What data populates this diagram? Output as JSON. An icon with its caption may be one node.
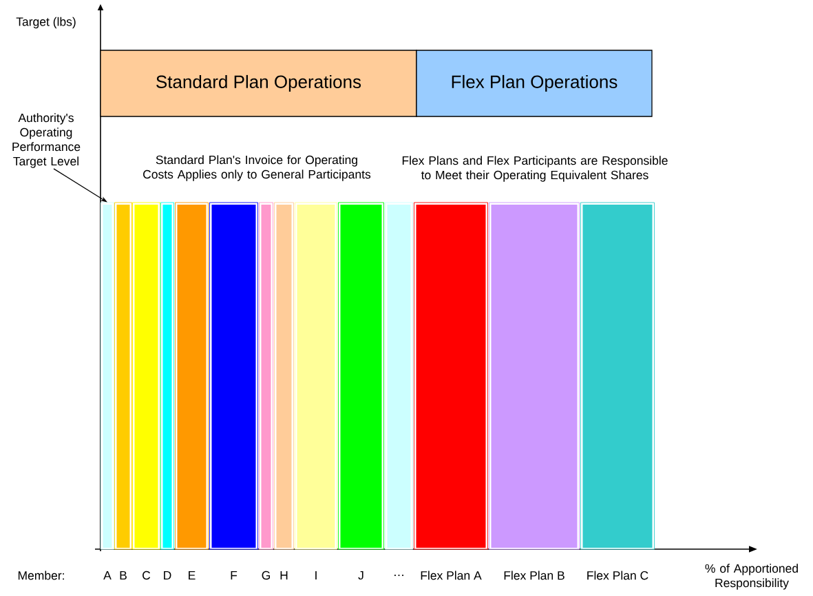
{
  "diagram": {
    "nodes": [
      {
        "text": [
          "Standard Plan Operations"
        ]
      },
      {
        "text": [
          "Flex Plan Operations"
        ]
      },
      {
        "text": [
          "Authority's Operating Performance Target Level"
        ]
      },
      {
        "text": [],
        "shape": "bar",
        "beside": [
          "A"
        ]
      },
      {
        "text": [],
        "shape": "bar",
        "beside": [
          "B"
        ]
      },
      {
        "text": [],
        "shape": "bar",
        "beside": [
          "C"
        ]
      },
      {
        "text": [],
        "shape": "bar",
        "beside": [
          "D"
        ]
      },
      {
        "text": [],
        "shape": "bar",
        "beside": [
          "E"
        ]
      },
      {
        "text": [],
        "shape": "bar",
        "beside": [
          "F"
        ]
      },
      {
        "text": [],
        "shape": "bar",
        "beside": [
          "G"
        ]
      },
      {
        "text": [],
        "shape": "bar",
        "beside": [
          "H"
        ]
      },
      {
        "text": [],
        "shape": "bar",
        "beside": [
          "I"
        ]
      },
      {
        "text": [],
        "shape": "bar",
        "beside": [
          "J"
        ]
      },
      {
        "text": [],
        "shape": "bar",
        "beside": [
          "…"
        ]
      },
      {
        "text": [],
        "shape": "bar",
        "beside": [
          "Flex Plan A"
        ]
      },
      {
        "text": [],
        "shape": "bar",
        "beside": [
          "Flex Plan B"
        ]
      },
      {
        "text": [],
        "shape": "bar",
        "beside": [
          "Flex Plan C"
        ]
      }
    ],
    "edges": [
      {
        "from": 2,
        "to": 3,
        "arrow": "to"
      }
    ],
    "labels": [
      "Target (lbs)",
      "Standard Plan's Invoice for Operating Costs Applies only to General Participants",
      "Flex Plans and Flex Participants are Responsible to Meet their Operating Equivalent Shares",
      "Member:",
      "% of Apportioned Responsibility"
    ]
  }
}
